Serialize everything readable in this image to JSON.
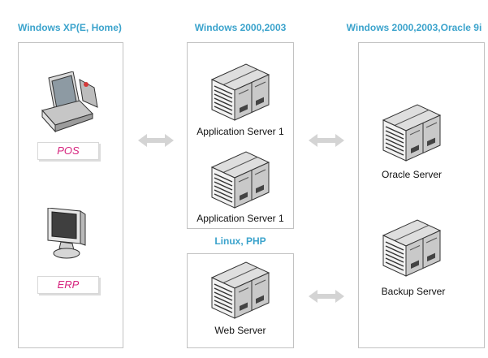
{
  "headers": {
    "client": "Windows XP(E, Home)",
    "app": "Windows 2000,2003",
    "db": "Windows 2000,2003,Oracle 9i",
    "web": "Linux, PHP"
  },
  "client_panel": {
    "pos_label": "POS",
    "erp_label": "ERP"
  },
  "app_panel": {
    "server1_label": "Application Server 1",
    "server2_label": "Application Server 1"
  },
  "web_panel": {
    "server_label": "Web Server"
  },
  "db_panel": {
    "oracle_label": "Oracle Server",
    "backup_label": "Backup Server"
  },
  "colors": {
    "header": "#3ba3cc",
    "tag_text": "#d6247e",
    "border": "#c2c2c2",
    "arrow": "#d4d4d4"
  }
}
